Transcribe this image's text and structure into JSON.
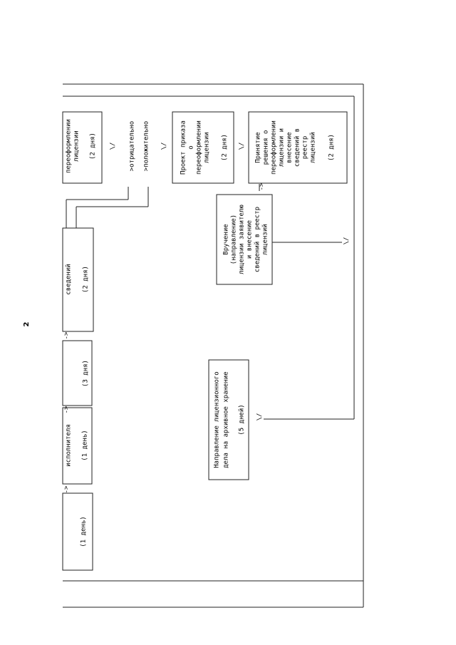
{
  "page_number": "2",
  "boxes": {
    "reissue_top": [
      "переоформлении",
      "лицензии",
      "(2 дня)"
    ],
    "draft_order": [
      "Проект приказа",
      "о",
      "переоформлении",
      "лицензии",
      "(2 дня)"
    ],
    "decision": [
      "Принятие",
      "решения о",
      "переоформлении",
      "лицензии и",
      "внесение",
      "сведений в",
      "реестр",
      "лицензий",
      "(2 дня)"
    ],
    "delivery": [
      "Вручение",
      "(направление)",
      "лицензии заявителю",
      "и внесение",
      "сведений в реестр",
      "лицензий"
    ],
    "info": [
      "сведений",
      "(2 дня)"
    ],
    "three_days": [
      "(3 дня)"
    ],
    "executor": [
      "исполнителя",
      "(1 день)"
    ],
    "archive": [
      "Направление лицензионного",
      "дела на архивное хранение",
      "(5 дней)"
    ],
    "first_day": [
      "(1 день)"
    ]
  },
  "branch_labels": {
    "negative": ">отрицательно",
    "positive": ">положительно"
  },
  "arrows": {
    "right": "->",
    "down": "\\/"
  }
}
